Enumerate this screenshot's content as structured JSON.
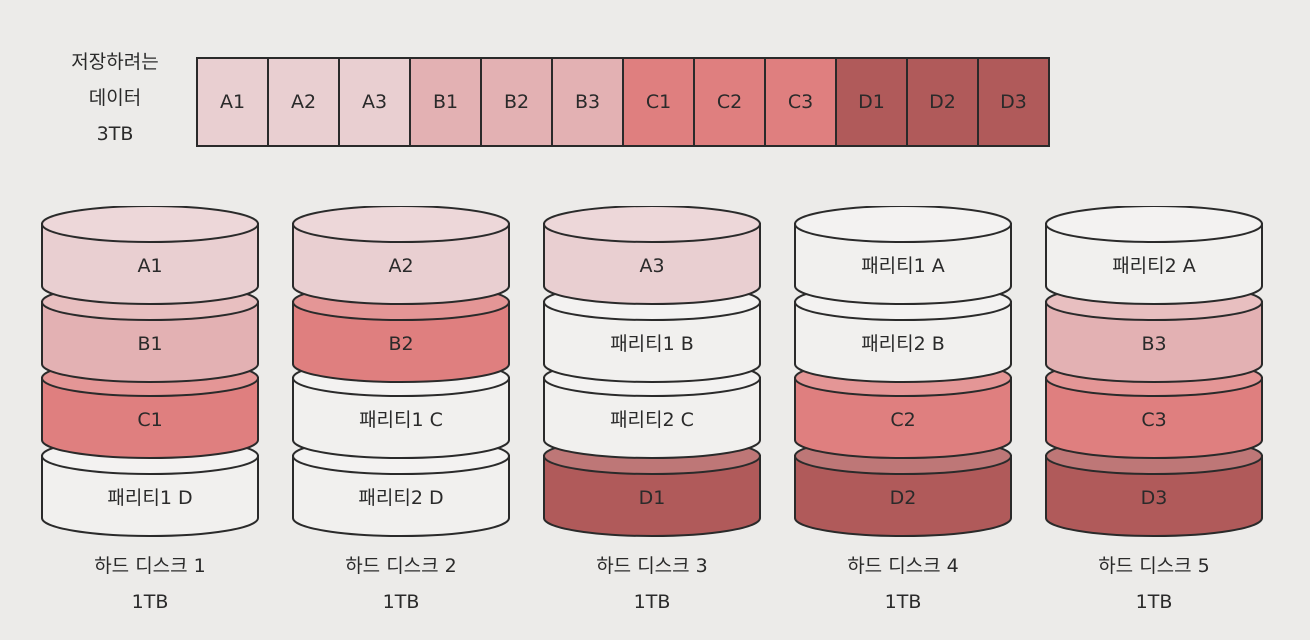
{
  "colors": {
    "A": "#e9cfd1",
    "B": "#e3b1b3",
    "C": "#df7f7f",
    "D": "#b05a5a",
    "P": "#f1f0ee",
    "outline": "#2a2a2a"
  },
  "data_label": [
    "저장하려는",
    "데이터",
    "3TB"
  ],
  "strip": [
    {
      "text": "A1",
      "fill": "A"
    },
    {
      "text": "A2",
      "fill": "A"
    },
    {
      "text": "A3",
      "fill": "A"
    },
    {
      "text": "B1",
      "fill": "B"
    },
    {
      "text": "B2",
      "fill": "B"
    },
    {
      "text": "B3",
      "fill": "B"
    },
    {
      "text": "C1",
      "fill": "C"
    },
    {
      "text": "C2",
      "fill": "C"
    },
    {
      "text": "C3",
      "fill": "C"
    },
    {
      "text": "D1",
      "fill": "D"
    },
    {
      "text": "D2",
      "fill": "D"
    },
    {
      "text": "D3",
      "fill": "D"
    }
  ],
  "disks": [
    {
      "name": "하드 디스크 1",
      "size": "1TB",
      "segments": [
        {
          "text": "A1",
          "fill": "A"
        },
        {
          "text": "B1",
          "fill": "B"
        },
        {
          "text": "C1",
          "fill": "C"
        },
        {
          "text": "패리티1 D",
          "fill": "P"
        }
      ]
    },
    {
      "name": "하드 디스크 2",
      "size": "1TB",
      "segments": [
        {
          "text": "A2",
          "fill": "A"
        },
        {
          "text": "B2",
          "fill": "C"
        },
        {
          "text": "패리티1 C",
          "fill": "P"
        },
        {
          "text": "패리티2 D",
          "fill": "P"
        }
      ]
    },
    {
      "name": "하드 디스크 3",
      "size": "1TB",
      "segments": [
        {
          "text": "A3",
          "fill": "A"
        },
        {
          "text": "패리티1 B",
          "fill": "P"
        },
        {
          "text": "패리티2 C",
          "fill": "P"
        },
        {
          "text": "D1",
          "fill": "D"
        }
      ]
    },
    {
      "name": "하드 디스크 4",
      "size": "1TB",
      "segments": [
        {
          "text": "패리티1 A",
          "fill": "P"
        },
        {
          "text": "패리티2 B",
          "fill": "P"
        },
        {
          "text": "C2",
          "fill": "C"
        },
        {
          "text": "D2",
          "fill": "D"
        }
      ]
    },
    {
      "name": "하드 디스크 5",
      "size": "1TB",
      "segments": [
        {
          "text": "패리티2 A",
          "fill": "P"
        },
        {
          "text": "B3",
          "fill": "B"
        },
        {
          "text": "C3",
          "fill": "C"
        },
        {
          "text": "D3",
          "fill": "D"
        }
      ]
    }
  ]
}
